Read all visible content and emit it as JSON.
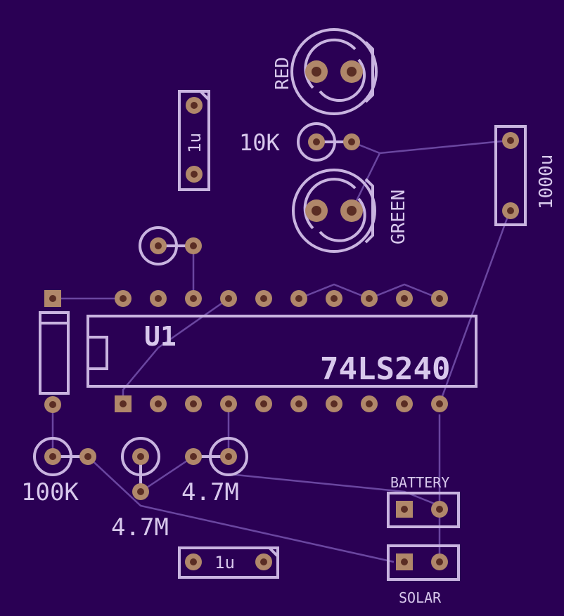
{
  "board": {
    "background_color": "#2a0054",
    "silkscreen_color": "#c9b4e0",
    "pad_color": "#b0876a",
    "ratsnest_color": "#6a46a0"
  },
  "labels": {
    "led_red": "RED",
    "led_green": "GREEN",
    "res_10k": "10K",
    "cap_1u_top": "1u",
    "cap_1000u": "1000u",
    "ic_ref": "U1",
    "ic_value": "74LS240",
    "res_100k": "100K",
    "res_4_7m_a": "4.7M",
    "res_4_7m_b": "4.7M",
    "connector_battery": "BATTERY",
    "connector_solar": "SOLAR",
    "cap_1u_bottom": "1u"
  }
}
